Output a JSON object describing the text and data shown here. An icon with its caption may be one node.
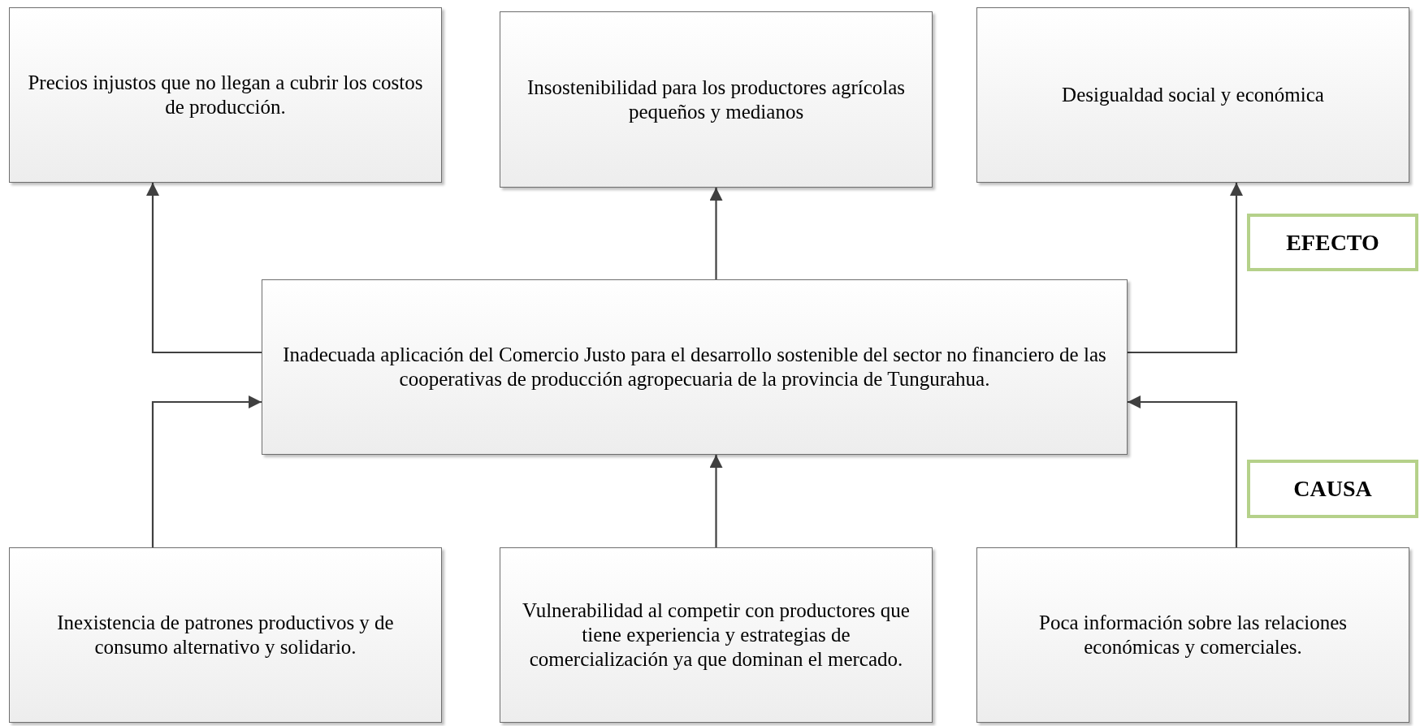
{
  "diagram": {
    "nodes": [
      {
        "text": [
          "Precios injustos que no llegan a cubrir los costos de producción."
        ]
      },
      {
        "text": [
          "Insostenibilidad para los productores agrícolas pequeños y medianos"
        ]
      },
      {
        "text": [
          "Desigualdad social y económica"
        ]
      },
      {
        "text": [
          "EFECTO"
        ]
      },
      {
        "text": [
          "Inadecuada aplicación del Comercio Justo para el desarrollo sostenible del sector no financiero de las cooperativas de producción agropecuaria de la provincia de Tungurahua."
        ]
      },
      {
        "text": [
          "CAUSA"
        ]
      },
      {
        "text": [
          "Inexistencia de patrones productivos y de consumo alternativo y solidario."
        ]
      },
      {
        "text": [
          "Vulnerabilidad al competir con productores que tiene experiencia y estrategias de comercialización ya que dominan el mercado."
        ]
      },
      {
        "text": [
          "Poca información sobre las relaciones económicas y comerciales."
        ]
      }
    ],
    "edges": [
      {
        "from": 4,
        "to": 0,
        "arrow": "to"
      },
      {
        "from": 4,
        "to": 1,
        "arrow": "to"
      },
      {
        "from": 4,
        "to": 2,
        "arrow": "to"
      },
      {
        "from": 6,
        "to": 4,
        "arrow": "to"
      },
      {
        "from": 7,
        "to": 4,
        "arrow": "to"
      },
      {
        "from": 8,
        "to": 4,
        "arrow": "to"
      }
    ]
  }
}
